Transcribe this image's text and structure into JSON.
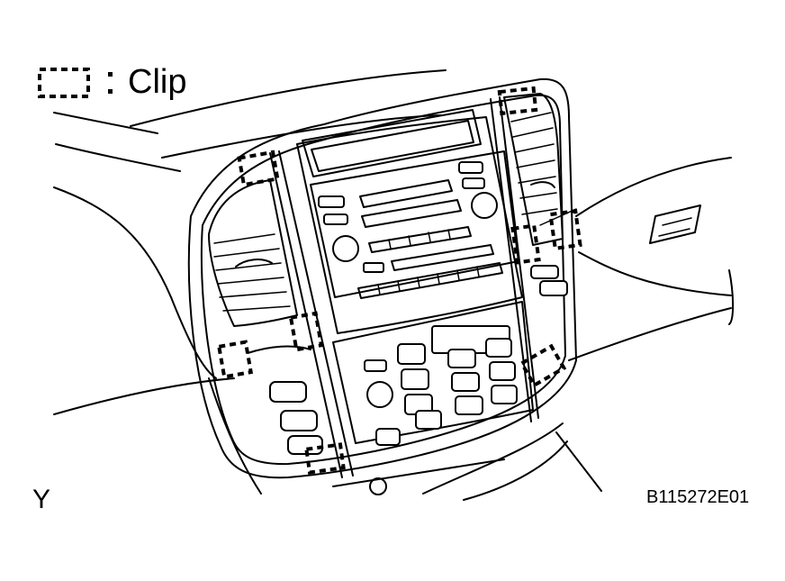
{
  "legend": {
    "icon": "dashed-rectangle-clip-symbol",
    "separator": ":",
    "label": "Clip"
  },
  "view_label": "Y",
  "figure_id": "B115272E01"
}
